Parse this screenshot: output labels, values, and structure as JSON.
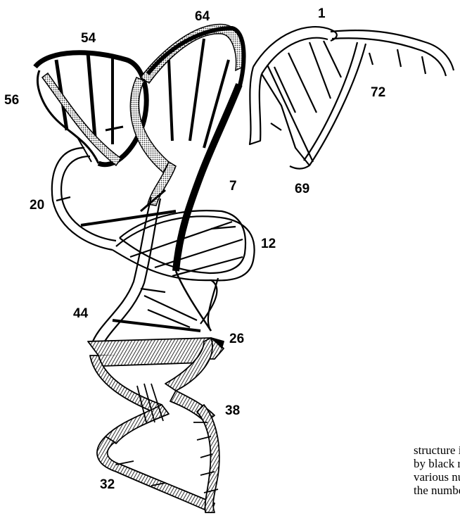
{
  "figure": {
    "description_labels": {
      "n1": "1",
      "n54": "54",
      "n64": "64",
      "n56": "56",
      "n72": "72",
      "n7": "7",
      "n69": "69",
      "n20": "20",
      "n12": "12",
      "n44": "44",
      "n26": "26",
      "n38": "38",
      "n32": "32"
    },
    "colors": {
      "ink": "#000000",
      "paper": "#ffffff",
      "stipple": "#6b6b6b"
    }
  },
  "caption": {
    "lines": [
      "structure  int",
      "by  black  roc",
      "various nucle",
      "the  numberin"
    ]
  }
}
